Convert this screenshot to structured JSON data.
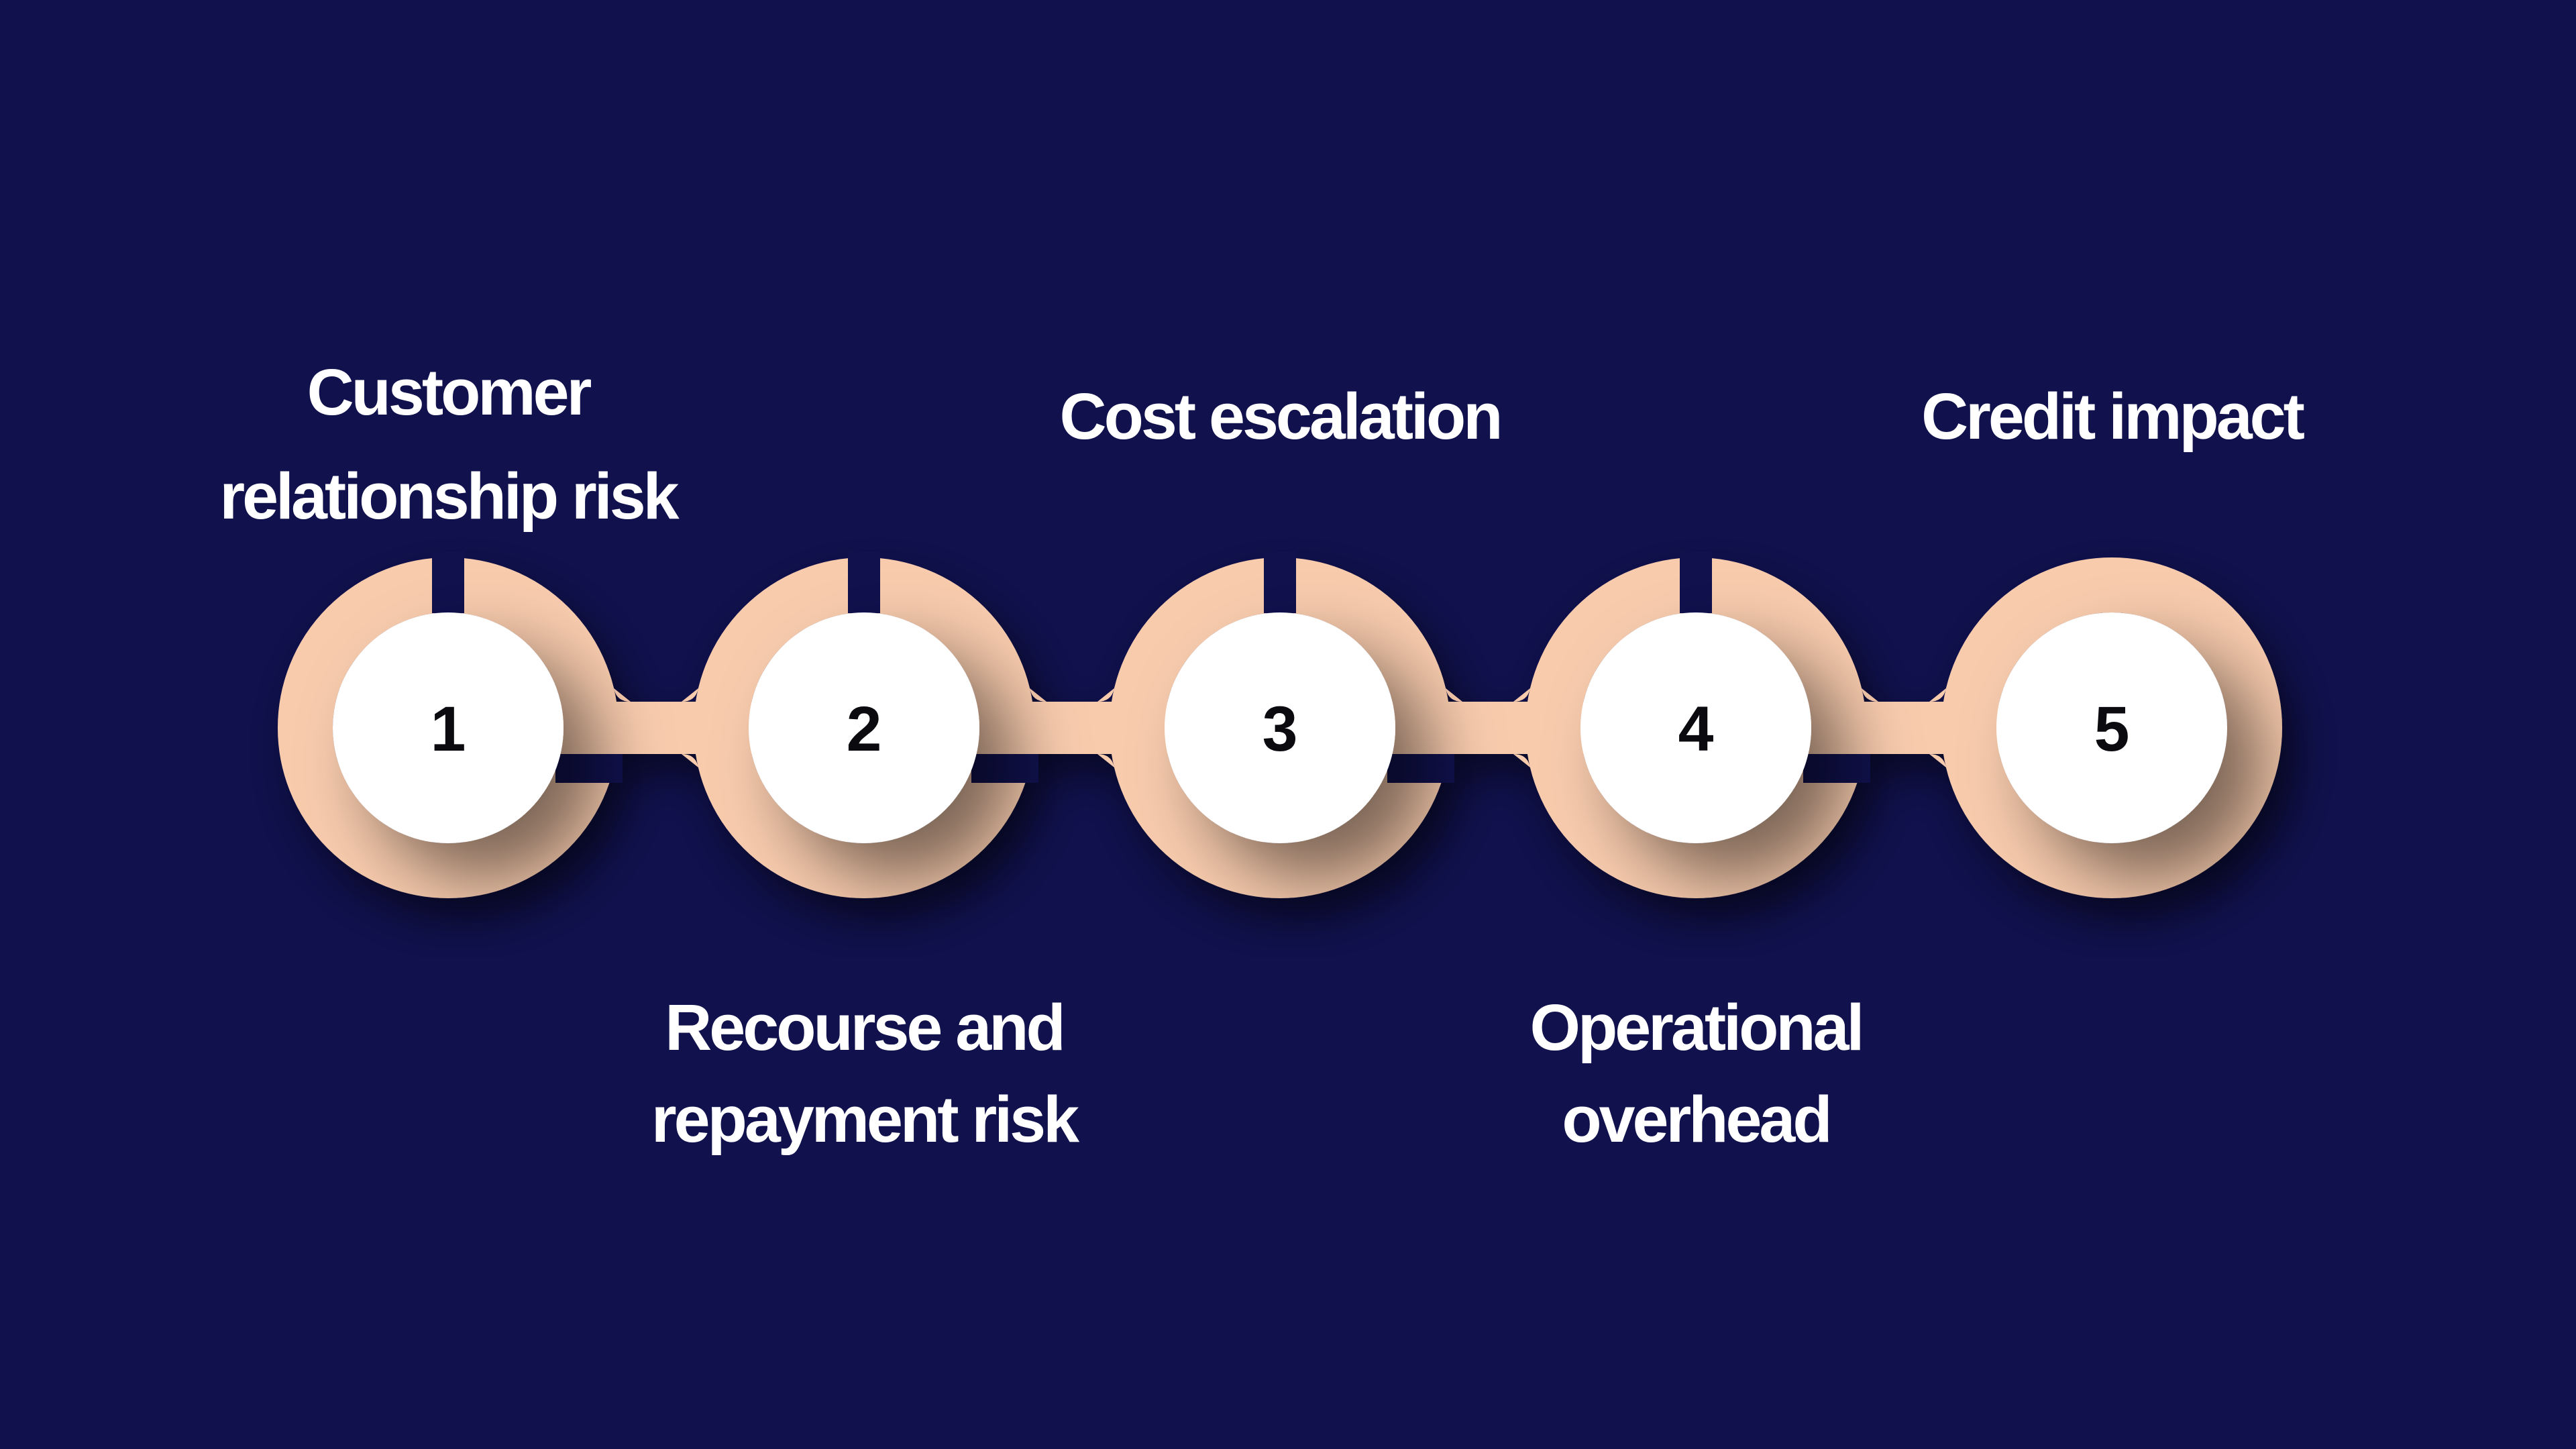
{
  "diagram": {
    "type": "process-steps",
    "step_count": 5,
    "steps": [
      {
        "number": "1",
        "label_lines": [
          "Customer",
          "relationship risk"
        ],
        "label_position": "above"
      },
      {
        "number": "2",
        "label_lines": [
          "Recourse and",
          "repayment risk"
        ],
        "label_position": "below"
      },
      {
        "number": "3",
        "label_lines": [
          "Cost escalation"
        ],
        "label_position": "above"
      },
      {
        "number": "4",
        "label_lines": [
          "Operational",
          "overhead"
        ],
        "label_position": "below"
      },
      {
        "number": "5",
        "label_lines": [
          "Credit impact"
        ],
        "label_position": "above"
      }
    ]
  },
  "colors": {
    "background": "#10114d",
    "ring": "#f8cbad",
    "inner_circle": "#ffffff",
    "number": "#0a0a0f",
    "label": "#ffffff"
  }
}
